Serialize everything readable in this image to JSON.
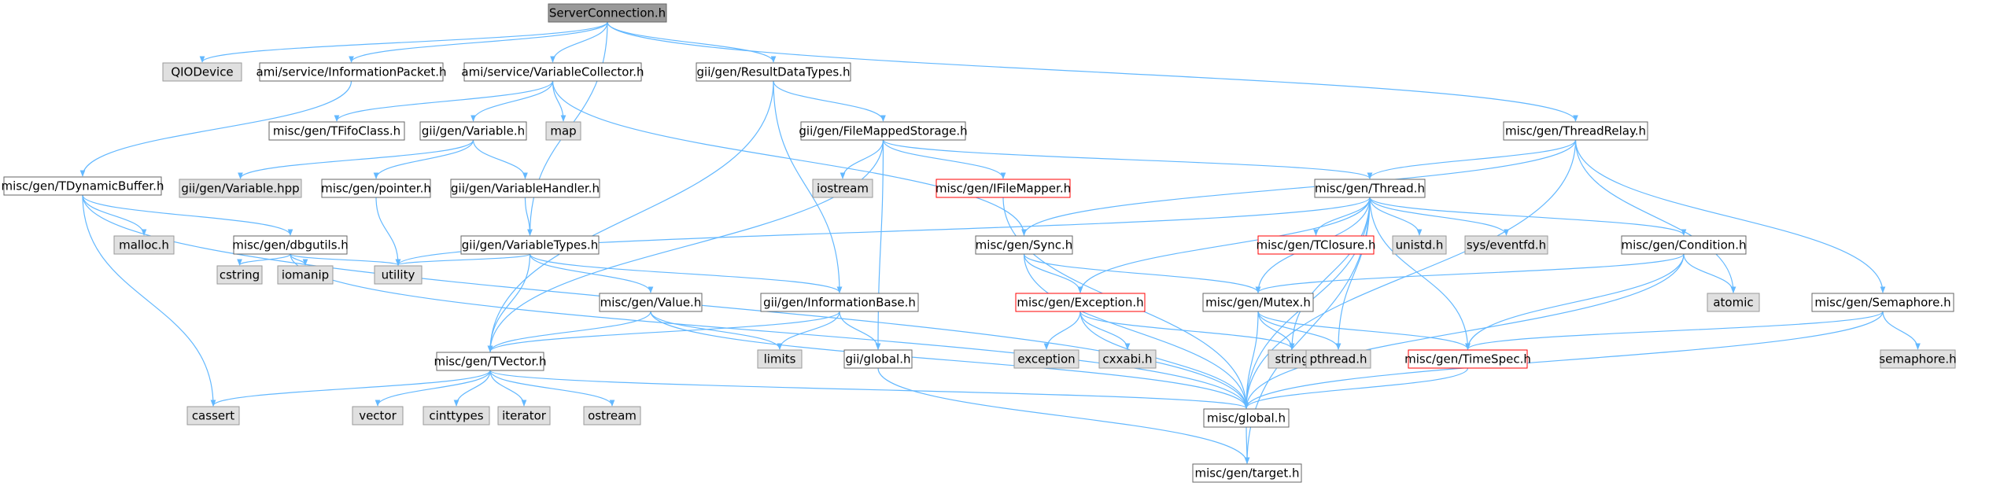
{
  "colors": {
    "edge": "#63b8ff",
    "node_border": "#666666",
    "node_fill": "#ffffff",
    "root_fill": "#999999",
    "root_border": "#666666",
    "system_fill": "#e0e0e0",
    "system_border": "#999999",
    "truncated_border": "#ff0000",
    "text": "#000000"
  },
  "nodes": [
    {
      "id": "serverconnection",
      "label": "ServerConnection.h",
      "kind": "root"
    },
    {
      "id": "qiodevice",
      "label": "QIODevice",
      "kind": "system"
    },
    {
      "id": "informationpacket",
      "label": "ami/service/InformationPacket.h",
      "kind": "file"
    },
    {
      "id": "variablecollector",
      "label": "ami/service/VariableCollector.h",
      "kind": "file"
    },
    {
      "id": "resultdatatypes",
      "label": "gii/gen/ResultDataTypes.h",
      "kind": "file"
    },
    {
      "id": "threadrelay",
      "label": "misc/gen/ThreadRelay.h",
      "kind": "file"
    },
    {
      "id": "tfifoclass",
      "label": "misc/gen/TFifoClass.h",
      "kind": "file"
    },
    {
      "id": "variable",
      "label": "gii/gen/Variable.h",
      "kind": "file"
    },
    {
      "id": "map",
      "label": "map",
      "kind": "system"
    },
    {
      "id": "filemappedstorage",
      "label": "gii/gen/FileMappedStorage.h",
      "kind": "file"
    },
    {
      "id": "tdynamicbuffer",
      "label": "misc/gen/TDynamicBuffer.h",
      "kind": "file"
    },
    {
      "id": "variablehpp",
      "label": "gii/gen/Variable.hpp",
      "kind": "system"
    },
    {
      "id": "pointer",
      "label": "misc/gen/pointer.h",
      "kind": "file"
    },
    {
      "id": "variablehandler",
      "label": "gii/gen/VariableHandler.h",
      "kind": "file"
    },
    {
      "id": "iostream",
      "label": "iostream",
      "kind": "system"
    },
    {
      "id": "ifilemapper",
      "label": "misc/gen/IFileMapper.h",
      "kind": "truncated"
    },
    {
      "id": "thread",
      "label": "misc/gen/Thread.h",
      "kind": "file"
    },
    {
      "id": "malloc",
      "label": "malloc.h",
      "kind": "system"
    },
    {
      "id": "dbgutils",
      "label": "misc/gen/dbgutils.h",
      "kind": "file"
    },
    {
      "id": "variabletypes",
      "label": "gii/gen/VariableTypes.h",
      "kind": "file"
    },
    {
      "id": "sync",
      "label": "misc/gen/Sync.h",
      "kind": "file"
    },
    {
      "id": "tclosure",
      "label": "misc/gen/TClosure.h",
      "kind": "truncated"
    },
    {
      "id": "unistd",
      "label": "unistd.h",
      "kind": "system"
    },
    {
      "id": "eventfd",
      "label": "sys/eventfd.h",
      "kind": "system"
    },
    {
      "id": "condition",
      "label": "misc/gen/Condition.h",
      "kind": "file"
    },
    {
      "id": "cstring",
      "label": "cstring",
      "kind": "system"
    },
    {
      "id": "iomanip",
      "label": "iomanip",
      "kind": "system"
    },
    {
      "id": "utility",
      "label": "utility",
      "kind": "system"
    },
    {
      "id": "value",
      "label": "misc/gen/Value.h",
      "kind": "file"
    },
    {
      "id": "informationbase",
      "label": "gii/gen/InformationBase.h",
      "kind": "file"
    },
    {
      "id": "exception",
      "label": "misc/gen/Exception.h",
      "kind": "truncated"
    },
    {
      "id": "mutex",
      "label": "misc/gen/Mutex.h",
      "kind": "file"
    },
    {
      "id": "atomic",
      "label": "atomic",
      "kind": "system"
    },
    {
      "id": "semaphore",
      "label": "misc/gen/Semaphore.h",
      "kind": "file"
    },
    {
      "id": "limits",
      "label": "limits",
      "kind": "system"
    },
    {
      "id": "globalgii",
      "label": "gii/global.h",
      "kind": "file"
    },
    {
      "id": "exceptionstd",
      "label": "exception",
      "kind": "system"
    },
    {
      "id": "cxxabi",
      "label": "cxxabi.h",
      "kind": "system"
    },
    {
      "id": "string",
      "label": "string",
      "kind": "system"
    },
    {
      "id": "pthread",
      "label": "pthread.h",
      "kind": "system"
    },
    {
      "id": "timespec",
      "label": "misc/gen/TimeSpec.h",
      "kind": "truncated"
    },
    {
      "id": "semaphoreh",
      "label": "semaphore.h",
      "kind": "system"
    },
    {
      "id": "tvector",
      "label": "misc/gen/TVector.h",
      "kind": "file"
    },
    {
      "id": "cassert",
      "label": "cassert",
      "kind": "system"
    },
    {
      "id": "vector",
      "label": "vector",
      "kind": "system"
    },
    {
      "id": "cinttypes",
      "label": "cinttypes",
      "kind": "system"
    },
    {
      "id": "iterator",
      "label": "iterator",
      "kind": "system"
    },
    {
      "id": "ostream",
      "label": "ostream",
      "kind": "system"
    },
    {
      "id": "miscglobal",
      "label": "misc/global.h",
      "kind": "file"
    },
    {
      "id": "target",
      "label": "misc/gen/target.h",
      "kind": "file"
    }
  ],
  "edges": [
    [
      "serverconnection",
      "qiodevice"
    ],
    [
      "serverconnection",
      "informationpacket"
    ],
    [
      "serverconnection",
      "variablecollector"
    ],
    [
      "serverconnection",
      "resultdatatypes"
    ],
    [
      "serverconnection",
      "threadrelay"
    ],
    [
      "serverconnection",
      "variabletypes"
    ],
    [
      "informationpacket",
      "tdynamicbuffer"
    ],
    [
      "variablecollector",
      "tfifoclass"
    ],
    [
      "variablecollector",
      "variable"
    ],
    [
      "variablecollector",
      "map"
    ],
    [
      "variablecollector",
      "sync"
    ],
    [
      "resultdatatypes",
      "filemappedstorage"
    ],
    [
      "resultdatatypes",
      "informationbase"
    ],
    [
      "resultdatatypes",
      "tvector"
    ],
    [
      "threadrelay",
      "thread"
    ],
    [
      "threadrelay",
      "sync"
    ],
    [
      "threadrelay",
      "atomic"
    ],
    [
      "threadrelay",
      "semaphore"
    ],
    [
      "threadrelay",
      "miscglobal"
    ],
    [
      "variable",
      "variablehpp"
    ],
    [
      "variable",
      "pointer"
    ],
    [
      "variable",
      "variablehandler"
    ],
    [
      "filemappedstorage",
      "iostream"
    ],
    [
      "filemappedstorage",
      "ifilemapper"
    ],
    [
      "filemappedstorage",
      "thread"
    ],
    [
      "filemappedstorage",
      "globalgii"
    ],
    [
      "filemappedstorage",
      "tvector"
    ],
    [
      "tdynamicbuffer",
      "malloc"
    ],
    [
      "tdynamicbuffer",
      "dbgutils"
    ],
    [
      "tdynamicbuffer",
      "cassert"
    ],
    [
      "tdynamicbuffer",
      "miscglobal"
    ],
    [
      "pointer",
      "utility"
    ],
    [
      "variablehandler",
      "variabletypes"
    ],
    [
      "ifilemapper",
      "miscglobal"
    ],
    [
      "thread",
      "tclosure"
    ],
    [
      "thread",
      "unistd"
    ],
    [
      "thread",
      "eventfd"
    ],
    [
      "thread",
      "condition"
    ],
    [
      "thread",
      "exception"
    ],
    [
      "thread",
      "mutex"
    ],
    [
      "thread",
      "string"
    ],
    [
      "thread",
      "pthread"
    ],
    [
      "thread",
      "timespec"
    ],
    [
      "thread",
      "utility"
    ],
    [
      "thread",
      "miscglobal"
    ],
    [
      "thread",
      "target"
    ],
    [
      "dbgutils",
      "cstring"
    ],
    [
      "dbgutils",
      "iomanip"
    ],
    [
      "dbgutils",
      "utility"
    ],
    [
      "dbgutils",
      "miscglobal"
    ],
    [
      "variabletypes",
      "utility"
    ],
    [
      "variabletypes",
      "value"
    ],
    [
      "variabletypes",
      "informationbase"
    ],
    [
      "variabletypes",
      "tvector"
    ],
    [
      "sync",
      "exception"
    ],
    [
      "sync",
      "mutex"
    ],
    [
      "sync",
      "miscglobal"
    ],
    [
      "condition",
      "mutex"
    ],
    [
      "condition",
      "atomic"
    ],
    [
      "condition",
      "timespec"
    ],
    [
      "condition",
      "miscglobal"
    ],
    [
      "value",
      "limits"
    ],
    [
      "value",
      "tvector"
    ],
    [
      "value",
      "miscglobal"
    ],
    [
      "informationbase",
      "limits"
    ],
    [
      "informationbase",
      "globalgii"
    ],
    [
      "informationbase",
      "tvector"
    ],
    [
      "exception",
      "exceptionstd"
    ],
    [
      "exception",
      "cxxabi"
    ],
    [
      "exception",
      "string"
    ],
    [
      "exception",
      "miscglobal"
    ],
    [
      "mutex",
      "string"
    ],
    [
      "mutex",
      "pthread"
    ],
    [
      "mutex",
      "timespec"
    ],
    [
      "mutex",
      "miscglobal"
    ],
    [
      "semaphore",
      "semaphoreh"
    ],
    [
      "semaphore",
      "timespec"
    ],
    [
      "semaphore",
      "miscglobal"
    ],
    [
      "globalgii",
      "target"
    ],
    [
      "timespec",
      "miscglobal"
    ],
    [
      "tvector",
      "cassert"
    ],
    [
      "tvector",
      "vector"
    ],
    [
      "tvector",
      "cinttypes"
    ],
    [
      "tvector",
      "iterator"
    ],
    [
      "tvector",
      "ostream"
    ],
    [
      "tvector",
      "miscglobal"
    ],
    [
      "miscglobal",
      "target"
    ]
  ]
}
